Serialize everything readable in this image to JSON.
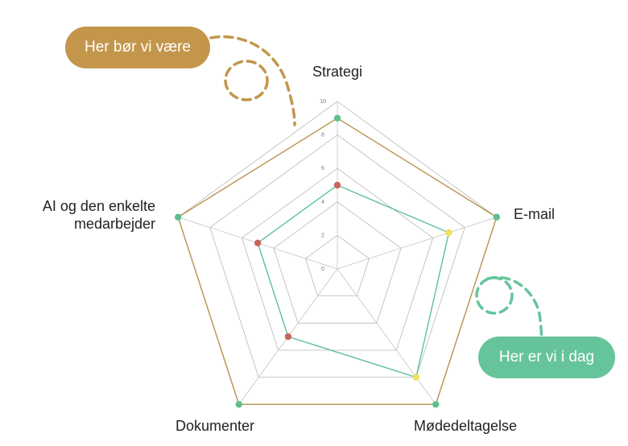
{
  "chart_data": {
    "type": "radar",
    "axes": [
      "Strategi",
      "E-mail",
      "Mødedeltagelse",
      "Dokumenter",
      "AI og den enkelte medarbejder"
    ],
    "axis_labels": {
      "strategi": "Strategi",
      "email": "E-mail",
      "moede": "Mødedeltagelse",
      "dokumenter": "Dokumenter",
      "ai_line1": "AI og den enkelte",
      "ai_line2": "medarbejder"
    },
    "scale": {
      "min": 0,
      "max": 10,
      "ticks": [
        "0",
        "2",
        "4",
        "6",
        "8",
        "10"
      ]
    },
    "grid": true,
    "series": [
      {
        "name": "Her bør vi være",
        "color": "#b8924e",
        "values": [
          9,
          10,
          10,
          10,
          10
        ],
        "point_colors": [
          "#5fbf8c",
          "#5fbf8c",
          "#5fbf8c",
          "#5fbf8c",
          "#5fbf8c"
        ]
      },
      {
        "name": "Her er vi i dag",
        "color": "#5fbf9a",
        "values": [
          5,
          7,
          8,
          5,
          5
        ],
        "point_colors": [
          "#c9645f",
          "#f1df5c",
          "#f1df5c",
          "#c9645f",
          "#c9645f"
        ]
      }
    ]
  },
  "callouts": {
    "target_label": "Her bør vi være",
    "current_label": "Her er vi i dag",
    "target_color": "#c3964b",
    "current_color": "#66c49b"
  }
}
